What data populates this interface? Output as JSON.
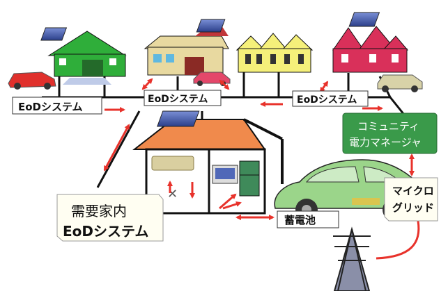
{
  "labels": {
    "eod_left": "EoDシステム",
    "eod_center": "EoDシステム",
    "eod_right": "EoDシステム",
    "community_line1": "コミュニティ",
    "community_line2": "電力マネージャ",
    "microgrid_line1": "マイクロ",
    "microgrid_line2": "グリッド",
    "household_line1": "需要家内",
    "household_line2": "EoDシステム",
    "battery": "蓄電池"
  },
  "colors": {
    "arrow": "#e8322b",
    "community_box": "#3a9a4a",
    "house_green": "#2fae3a",
    "house_beige": "#e8d9a0",
    "house_yellow": "#f5f07a",
    "house_red": "#d9305a",
    "roof_blue": "#3a4f9a",
    "inner_roof": "#f08a4c",
    "car_green": "#9bd58a"
  }
}
